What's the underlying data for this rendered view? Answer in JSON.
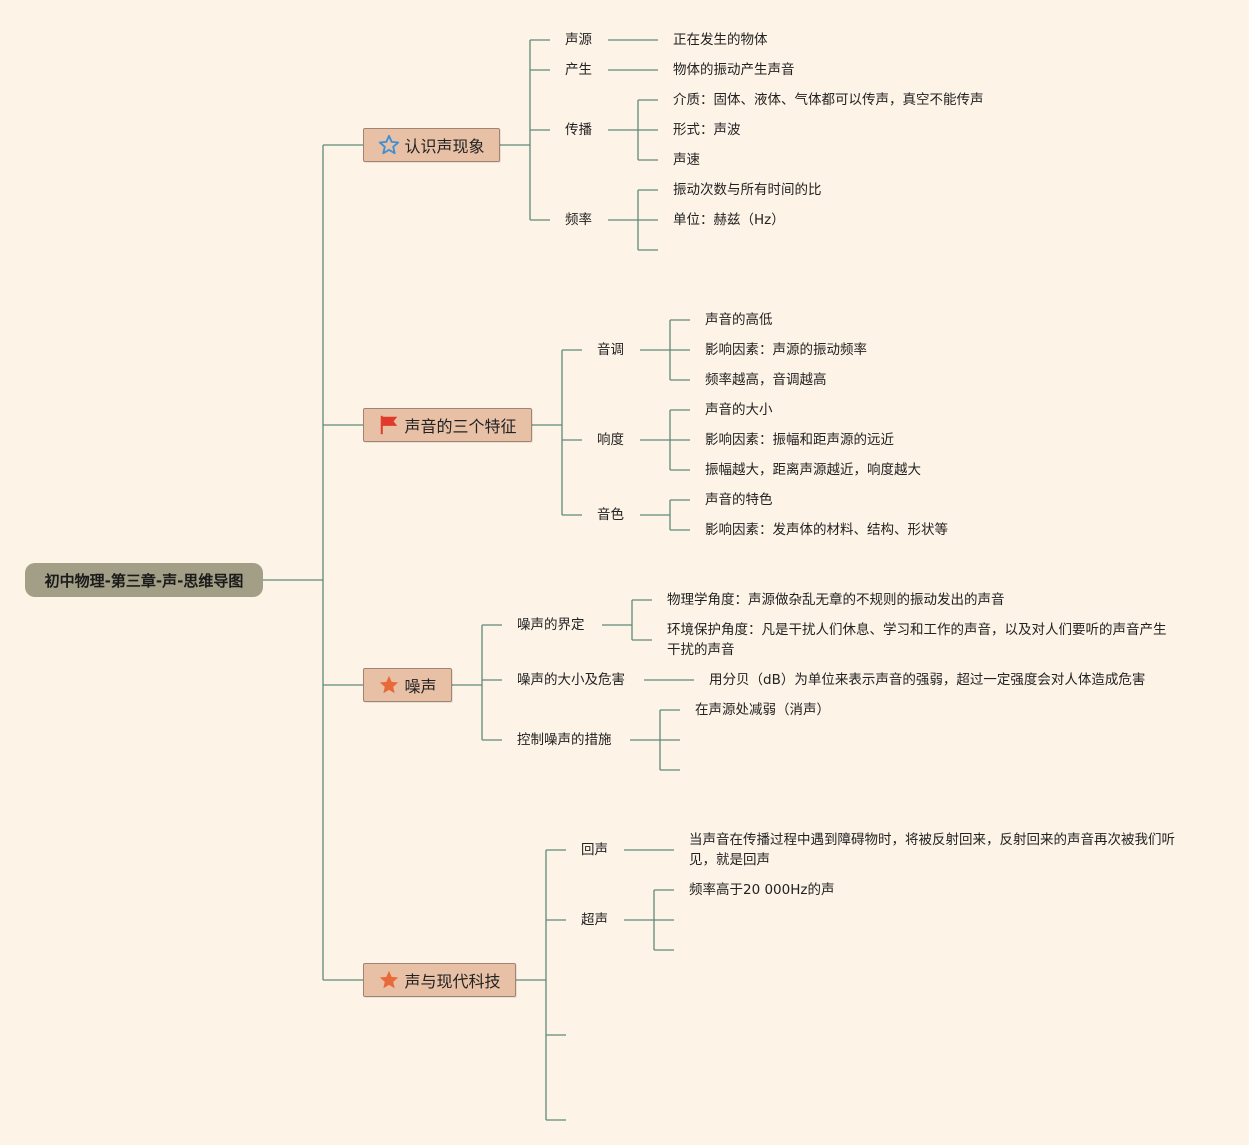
{
  "root": {
    "label": "初中物理-第三章-声-思维导图"
  },
  "branches": {
    "b1": {
      "label": "认识声现象",
      "icon": "star-outline-icon",
      "items": {
        "shengyuan": {
          "label": "声源",
          "detail": "正在发生的物体"
        },
        "chansheng": {
          "label": "产生",
          "detail": "物体的振动产生声音"
        },
        "chuanbo": {
          "label": "传播",
          "details": [
            "介质：固体、液体、气体都可以传声，真空不能传声",
            "形式：声波",
            "声速"
          ]
        },
        "pinlv": {
          "label": "频率",
          "details": [
            "振动次数与所有时间的比",
            "单位：赫兹（Hz）"
          ]
        }
      }
    },
    "b2": {
      "label": "声音的三个特征",
      "icon": "red-flag-icon",
      "items": {
        "yindiao": {
          "label": "音调",
          "details": [
            "声音的高低",
            "影响因素：声源的振动频率",
            "频率越高，音调越高"
          ]
        },
        "xiangdu": {
          "label": "响度",
          "details": [
            "声音的大小",
            "影响因素：振幅和距声源的远近",
            "振幅越大，距离声源越近，响度越大"
          ]
        },
        "yinse": {
          "label": "音色",
          "details": [
            "声音的特色",
            "影响因素：发声体的材料、结构、形状等"
          ]
        }
      }
    },
    "b3": {
      "label": "噪声",
      "icon": "orange-star-icon",
      "items": {
        "jieding": {
          "label": "噪声的界定",
          "details": [
            "物理学角度：声源做杂乱无章的不规则的振动发出的声音",
            "环境保护角度：凡是干扰人们休息、学习和工作的声音，以及对人们要听的声音产生干扰的声音"
          ]
        },
        "daxiao": {
          "label": "噪声的大小及危害",
          "detail": "用分贝（dB）为单位来表示声音的强弱，超过一定强度会对人体造成危害"
        },
        "kongzhi": {
          "label": "控制噪声的措施",
          "details": [
            "在声源处减弱（消声）"
          ]
        }
      }
    },
    "b4": {
      "label": "声与现代科技",
      "icon": "orange-star-icon",
      "items": {
        "huisheng": {
          "label": "回声",
          "detail": "当声音在传播过程中遇到障碍物时，将被反射回来，反射回来的声音再次被我们听见，就是回声"
        },
        "chaosheng": {
          "label": "超声",
          "details": [
            "频率高于20 000Hz的声"
          ]
        }
      }
    }
  },
  "colors": {
    "background": "#fdf3e7",
    "connector": "#5e8b78",
    "root_fill": "#a29f86",
    "branch_fill": "#e7c0a6",
    "star_outline": "#3d8fd6",
    "flag": "#e03a2a",
    "star_fill": "#e86a3a"
  }
}
